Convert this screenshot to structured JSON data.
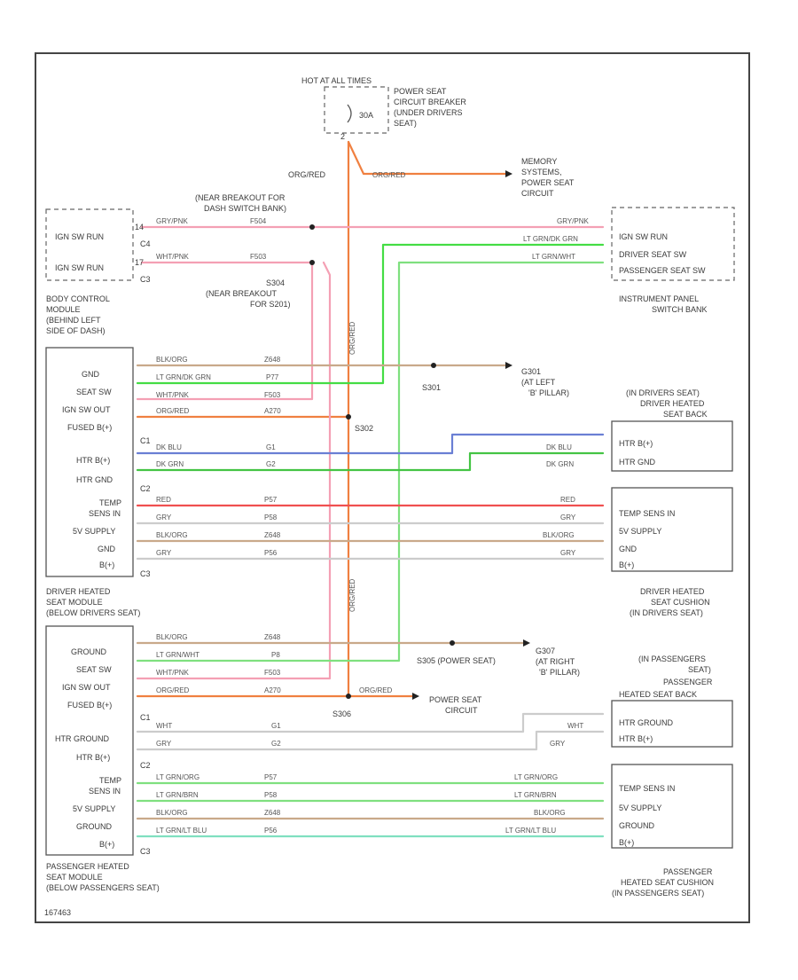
{
  "labels": {
    "hot_at_all_times": "HOT AT ALL TIMES",
    "breaker_desc": [
      "POWER SEAT",
      "CIRCUIT BREAKER",
      "(UNDER DRIVERS",
      "SEAT)"
    ],
    "breaker_amp": "30A",
    "breaker_pin": "2",
    "org_red_vert": "ORG/RED",
    "org_red_top": "ORG/RED",
    "memory_desc": [
      "MEMORY",
      "SYSTEMS,",
      "POWER SEAT",
      "CIRCUIT"
    ],
    "near_breakout_top": [
      "(NEAR BREAKOUT FOR",
      "DASH SWITCH BANK)"
    ],
    "near_breakout_bot": [
      "S304",
      "(NEAR BREAKOUT",
      "FOR S201)"
    ],
    "s301": "S301",
    "s302": "S302",
    "s306": "S306",
    "s305": "S305 (POWER SEAT)",
    "ground_g301": [
      "G301",
      "(AT LEFT",
      "'B' PILLAR)"
    ],
    "ground_g307": [
      "G307",
      "(AT RIGHT",
      "'B' PILLAR)"
    ],
    "power_seat_circuit": [
      "POWER SEAT",
      "CIRCUIT"
    ],
    "bcm_ign_run_1": "IGN SW RUN",
    "bcm_ign_run_2": "IGN SW RUN",
    "bcm_c4": "C4",
    "bcm_c3": "C3",
    "bcm_pin_top": "14",
    "bcm_pin_bot": "17",
    "bcm_desc": [
      "BODY CONTROL",
      "MODULE",
      "(BEHIND LEFT",
      "SIDE OF DASH)"
    ],
    "ip_bank_pins": [
      "IGN SW RUN",
      "DRIVER SEAT SW",
      "PASSENGER SEAT SW"
    ],
    "ip_bank_desc": [
      "INSTRUMENT PANEL",
      "SWITCH BANK"
    ],
    "driver_module_pins": [
      "GND",
      "SEAT SW",
      "IGN SW OUT",
      "FUSED B(+)",
      "C1",
      "HTR B(+)",
      "HTR GND",
      "C2",
      "TEMP",
      "SENS IN",
      "5V SUPPLY",
      "GND",
      "B(+)",
      "C3"
    ],
    "driver_module_desc": [
      "DRIVER HEATED",
      "SEAT MODULE",
      "(BELOW DRIVERS SEAT)"
    ],
    "driver_back_desc": [
      "(IN DRIVERS SEAT)",
      "DRIVER HEATED",
      "SEAT BACK"
    ],
    "driver_back_pins": [
      "HTR B(+)",
      "HTR GND"
    ],
    "driver_cush_pins": [
      "TEMP SENS IN",
      "5V SUPPLY",
      "GND",
      "B(+)"
    ],
    "driver_cush_desc": [
      "DRIVER HEATED",
      "SEAT CUSHION",
      "(IN DRIVERS SEAT)"
    ],
    "pass_module_pins": [
      "GROUND",
      "SEAT SW",
      "IGN SW OUT",
      "FUSED B(+)",
      "C1",
      "HTR GROUND",
      "HTR B(+)",
      "C2",
      "TEMP",
      "SENS IN",
      "5V SUPPLY",
      "GROUND",
      "B(+)",
      "C3"
    ],
    "pass_module_desc": [
      "PASSENGER HEATED",
      "SEAT MODULE",
      "(BELOW PASSENGERS SEAT)"
    ],
    "pass_back_desc": [
      "(IN PASSENGERS",
      "SEAT)",
      "PASSENGER",
      "HEATED SEAT BACK"
    ],
    "pass_back_pins": [
      "HTR GROUND",
      "HTR B(+)"
    ],
    "pass_cush_pins": [
      "TEMP SENS IN",
      "5V SUPPLY",
      "GROUND",
      "B(+)"
    ],
    "pass_cush_desc": [
      "PASSENGER",
      "HEATED SEAT CUSHION",
      "(IN PASSENGERS SEAT)"
    ],
    "code": "167463"
  },
  "wires": [
    {
      "id": "w-bcm-ign1",
      "color": "#f4a0b4",
      "circuit": "F504",
      "left": "GRY/PNK",
      "right": "GRY/PNK"
    },
    {
      "id": "w-bcm-ign2",
      "color": "#f4a0b4",
      "circuit": "F503",
      "left": "WHT/PNK",
      "right": ""
    },
    {
      "id": "w-ip-drv",
      "color": "#44dd44",
      "circuit": "",
      "left": "",
      "right": "LT GRN/DK GRN"
    },
    {
      "id": "w-ip-pass",
      "color": "#7fe07f",
      "circuit": "",
      "left": "",
      "right": "LT GRN/WHT"
    },
    {
      "id": "w-d-gnd",
      "color": "#c9a98a",
      "circuit": "Z648",
      "left": "BLK/ORG",
      "right": "BLK/ORG"
    },
    {
      "id": "w-d-sw",
      "color": "#44dd44",
      "circuit": "P77",
      "left": "LT GRN/DK GRN",
      "right": ""
    },
    {
      "id": "w-d-ign",
      "color": "#f4a0b4",
      "circuit": "F503",
      "left": "WHT/PNK",
      "right": ""
    },
    {
      "id": "w-d-fused",
      "color": "#f08040",
      "circuit": "A270",
      "left": "ORG/RED",
      "right": ""
    },
    {
      "id": "w-d-htrb",
      "color": "#6a7fd4",
      "circuit": "G1",
      "left": "DK BLU",
      "right": "DK BLU"
    },
    {
      "id": "w-d-htrg",
      "color": "#44c444",
      "circuit": "G2",
      "left": "DK GRN",
      "right": "DK GRN"
    },
    {
      "id": "w-d-temp",
      "color": "#f05050",
      "circuit": "P57",
      "left": "RED",
      "right": "RED"
    },
    {
      "id": "w-d-5v",
      "color": "#cccccc",
      "circuit": "P58",
      "left": "GRY",
      "right": "GRY"
    },
    {
      "id": "w-d-cgnd",
      "color": "#c9a98a",
      "circuit": "Z648",
      "left": "BLK/ORG",
      "right": "BLK/ORG"
    },
    {
      "id": "w-d-b",
      "color": "#cccccc",
      "circuit": "P56",
      "left": "GRY",
      "right": "GRY"
    },
    {
      "id": "w-p-gnd",
      "color": "#c9a98a",
      "circuit": "Z648",
      "left": "BLK/ORG",
      "right": "BLK/ORG"
    },
    {
      "id": "w-p-sw",
      "color": "#7fe07f",
      "circuit": "P8",
      "left": "LT GRN/WHT",
      "right": ""
    },
    {
      "id": "w-p-ign",
      "color": "#f4a0b4",
      "circuit": "F503",
      "left": "WHT/PNK",
      "right": ""
    },
    {
      "id": "w-p-fused",
      "color": "#f08040",
      "circuit": "A270",
      "left": "ORG/RED",
      "right": "ORG/RED"
    },
    {
      "id": "w-p-htrg",
      "color": "#cccccc",
      "circuit": "G1",
      "left": "WHT",
      "right": "WHT"
    },
    {
      "id": "w-p-htrb",
      "color": "#cccccc",
      "circuit": "G2",
      "left": "GRY",
      "right": "GRY"
    },
    {
      "id": "w-p-temp",
      "color": "#7fe07f",
      "circuit": "P57",
      "left": "LT GRN/ORG",
      "right": "LT GRN/ORG"
    },
    {
      "id": "w-p-5v",
      "color": "#7fe07f",
      "circuit": "P58",
      "left": "LT GRN/BRN",
      "right": "LT GRN/BRN"
    },
    {
      "id": "w-p-cgnd",
      "color": "#c9a98a",
      "circuit": "Z648",
      "left": "BLK/ORG",
      "right": "BLK/ORG"
    },
    {
      "id": "w-p-b",
      "color": "#80e0c0",
      "circuit": "P56",
      "left": "LT GRN/LT BLU",
      "right": "LT GRN/LT BLU"
    },
    {
      "id": "w-org-main",
      "color": "#f08040",
      "circuit": "",
      "left": "",
      "right": ""
    }
  ],
  "colors": {
    "frame": "#444444",
    "text": "#3a3a3a",
    "splice": "#222222"
  }
}
